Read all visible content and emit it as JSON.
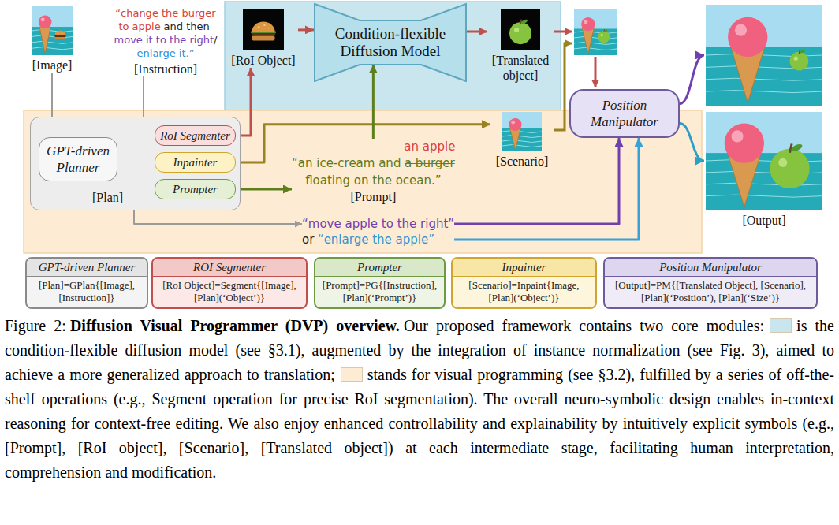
{
  "diagram": {
    "title": "Diffusion Visual Programmer (DVP) overview.",
    "caption": "Our proposed framework contains two core modules:",
    "nodes": [
      {
        "text": [
          "[Image]"
        ]
      },
      {
        "text": [
          "“change the burger to apple",
          "and then",
          "move it to the right",
          "/",
          "enlarge it.”",
          "[Instruction]"
        ]
      },
      {
        "text": [
          "[Plan]"
        ]
      },
      {
        "text": [
          "GPT-driven Planner"
        ],
        "in": 2
      },
      {
        "text": [
          "RoI Segmenter"
        ],
        "in": 2
      },
      {
        "text": [
          "Inpainter"
        ],
        "in": 2
      },
      {
        "text": [
          "Prompter"
        ],
        "in": 2
      },
      {
        "text": [
          "[RoI Object]"
        ]
      },
      {
        "text": [
          "Condition-flexible Diffusion Model"
        ]
      },
      {
        "text": [
          "[Translated object]"
        ]
      },
      {
        "text": [
          "[Scenario]"
        ]
      },
      {
        "text": [
          "an apple",
          "“an ice-cream and",
          "a burger",
          "floating on the ocean.”",
          "[Prompt]"
        ]
      },
      {
        "text": [
          "Position Manipulator"
        ]
      },
      {
        "text": [
          "“move apple to the right”",
          "or",
          "“enlarge the apple”"
        ]
      },
      {
        "text": [
          "[Output]"
        ]
      },
      {
        "text": [
          "GPT-driven Planner",
          "[Plan]=GPlan{[Image], [Instruction]}"
        ]
      },
      {
        "text": [
          "ROI Segmenter",
          "[RoI Object]=Segment{[Image], [Plan](‘Object’)}"
        ]
      },
      {
        "text": [
          "Prompter",
          "[Prompt]=PG{[Instruction], [Plan](‘Prompt’)}"
        ]
      },
      {
        "text": [
          "Inpainter",
          "[Scenario]=Inpaint{Image, [Plan](‘Object’)}"
        ]
      },
      {
        "text": [
          "Position Manipulator",
          "[Output]=PM{[Translated Object], [Scenario], [Plan](‘Position’), [Plan](‘Size’)}"
        ]
      }
    ],
    "edges": [
      {
        "from": 0,
        "to": 3,
        "arrow": "to"
      },
      {
        "from": 1,
        "to": 3,
        "arrow": "to"
      },
      {
        "from": 3,
        "to": 4,
        "arrow": "to"
      },
      {
        "from": 3,
        "to": 5,
        "arrow": "to"
      },
      {
        "from": 3,
        "to": 6,
        "arrow": "to"
      },
      {
        "from": 3,
        "to": 13,
        "arrow": "to"
      },
      {
        "from": 4,
        "to": 7,
        "arrow": "to"
      },
      {
        "from": 5,
        "to": 10,
        "arrow": "to"
      },
      {
        "from": 6,
        "to": 11,
        "arrow": "to"
      },
      {
        "from": 11,
        "to": 8,
        "arrow": "to"
      },
      {
        "from": 7,
        "to": 8,
        "arrow": "to"
      },
      {
        "from": 8,
        "to": 9,
        "arrow": "to"
      },
      {
        "from": 13,
        "to": 12,
        "arrow": "to"
      },
      {
        "from": 13,
        "to": 12,
        "arrow": "to"
      },
      {
        "from": 12,
        "to": 14,
        "arrow": "to"
      },
      {
        "from": 12,
        "to": 14,
        "arrow": "to"
      }
    ],
    "labels": [
      "Figure 2:"
    ],
    "legend": [
      {
        "text": "is the condition-flexible diffusion model (see §3.1), augmented by the integration of instance normalization (see Fig. 3), aimed to achieve a more generalized approach to translation;",
        "color": "#c9e6ef"
      },
      {
        "text": "stands for visual programming (see §3.2), fulfilled by a series of off-the-shelf operations (e.g., Segment operation for precise RoI segmentation). The overall neuro-symbolic design enables in-context reasoning for context-free editing. We also enjoy enhanced controllability and explainability by intuitively explicit symbols (e.g., [Prompt], [RoI object], [Scenario], [Translated object]) at each intermediate stage, facilitating human interpretation, comprehension and modification.",
        "color": "#fdebd3"
      }
    ]
  }
}
